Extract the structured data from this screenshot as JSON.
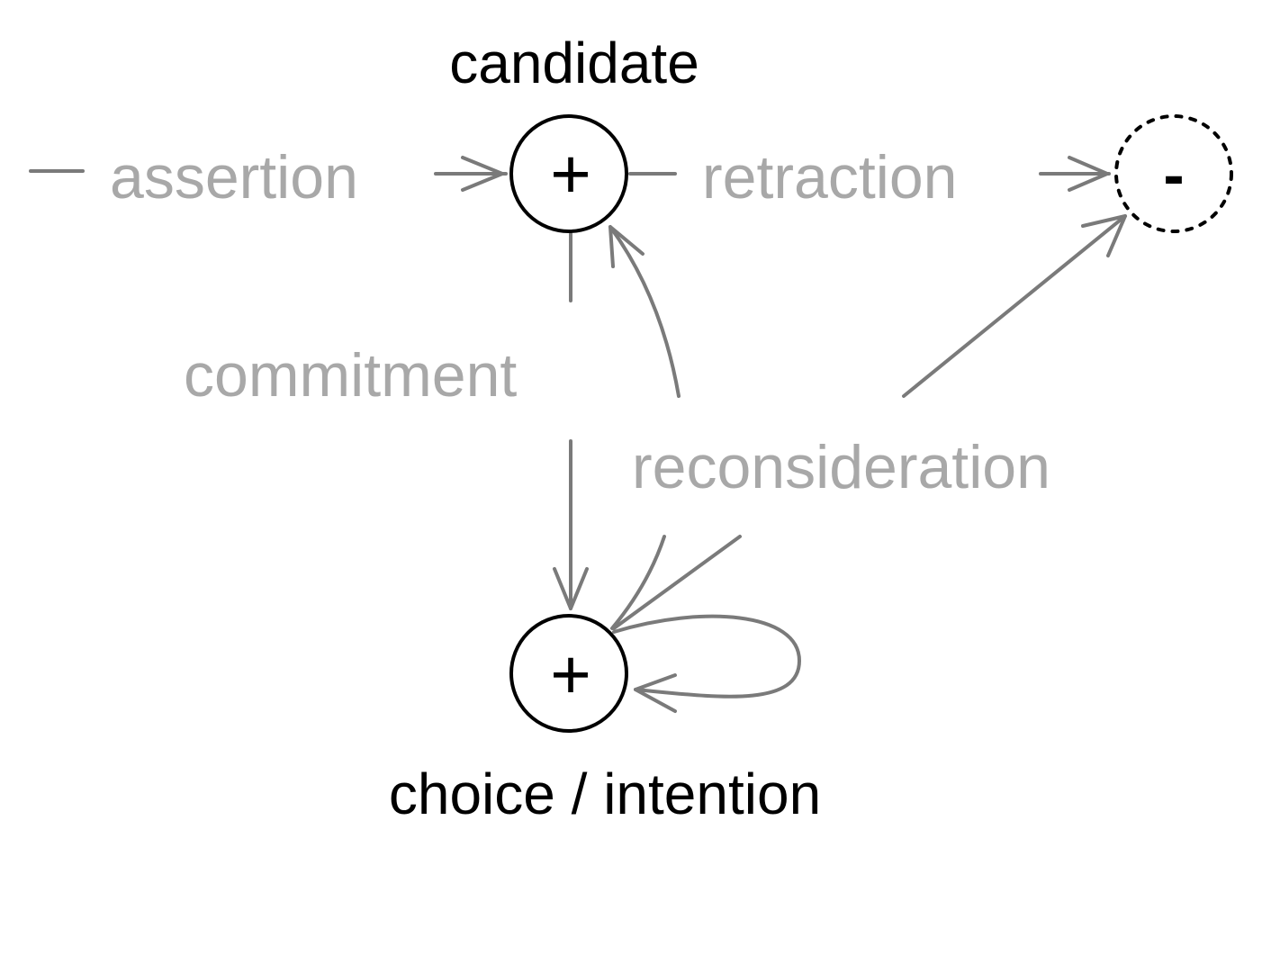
{
  "nodes": {
    "candidate": {
      "label": "candidate",
      "sign": "+"
    },
    "choice": {
      "label": "choice / intention",
      "sign": "+"
    },
    "retracted": {
      "sign": "-"
    }
  },
  "edges": {
    "assertion": "assertion",
    "retraction": "retraction",
    "commitment": "commitment",
    "reconsideration": "reconsideration"
  },
  "colors": {
    "node_stroke": "#000000",
    "edge_stroke": "#7a7a7a",
    "edge_label": "#a8a8a8"
  }
}
